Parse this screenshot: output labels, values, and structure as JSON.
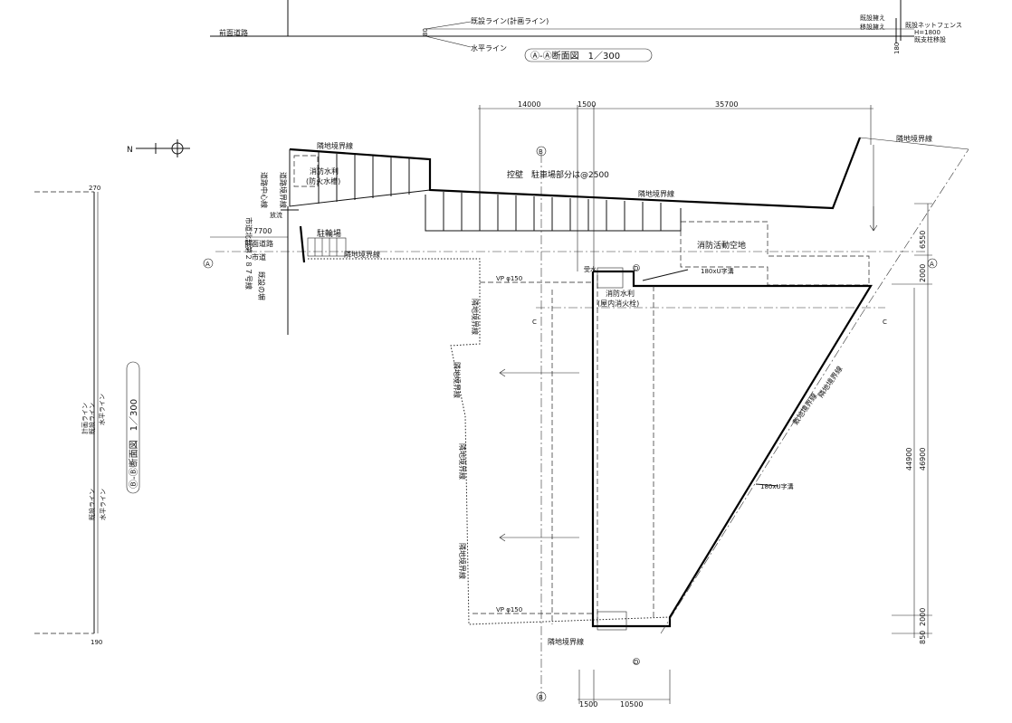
{
  "section_aa": {
    "road": "前面道路",
    "level_80": "80",
    "design_line": "既設ライン(計画ライン)",
    "water_line": "水平ライン",
    "caption": "Ⓐ-Ⓐ断面図　1／300",
    "right_1": "既設擁え",
    "right_2": "既設ネットフェンス",
    "right_3": "H=1800",
    "right_4": "移設擁え",
    "right_5": "既支柱移設",
    "level_180": "180"
  },
  "section_bb": {
    "caption": "Ⓑ-Ⓑ断面図　1／300",
    "top_level": "270",
    "bottom_level": "190",
    "label_1": "計画ライン",
    "label_2": "既設ライン",
    "label_3": "水平ライン",
    "label_4": "既設ライン",
    "label_5": "水平ライン"
  },
  "plan": {
    "dim_14000": "14000",
    "dim_1500_top": "1500",
    "dim_35700": "35700",
    "dim_7700": "7700",
    "dim_6550": "6550",
    "dim_2000": "2000",
    "dim_44900": "44900",
    "dim_46900": "46900",
    "dim_850": "850",
    "dim_2000_b": "2000",
    "dim_1500_bottom": "1500",
    "dim_10500": "10500",
    "boundary": "隣地境界線",
    "site_boundary": "敷地境界線",
    "retaining_wall": "控壁　駐車場部分は@2500",
    "fire_tank": "消防水利",
    "fire_tank_sub": "(防火水槽)",
    "fire_hydrant": "消防水利",
    "fire_hydrant_sub": "(屋内消火栓)",
    "fire_area": "消防活動空地",
    "parking": "駐輪場",
    "front_road": "前面道路",
    "city_road": "市道",
    "road_center": "道路中心線",
    "city_road_name": "市道北部第２８７号線",
    "road_boundary": "道路境界線",
    "existing_fence": "既設の塀",
    "drain": "放流",
    "vp_top": "VP φ150",
    "vp_bottom": "VP φ150",
    "u_ditch_1": "180xU字溝",
    "u_ditch_2": "180xU字溝",
    "mark_a": "A",
    "mark_b": "B",
    "mark_c": "C",
    "mark_d": "D",
    "north": "N",
    "box_label": "受水"
  }
}
